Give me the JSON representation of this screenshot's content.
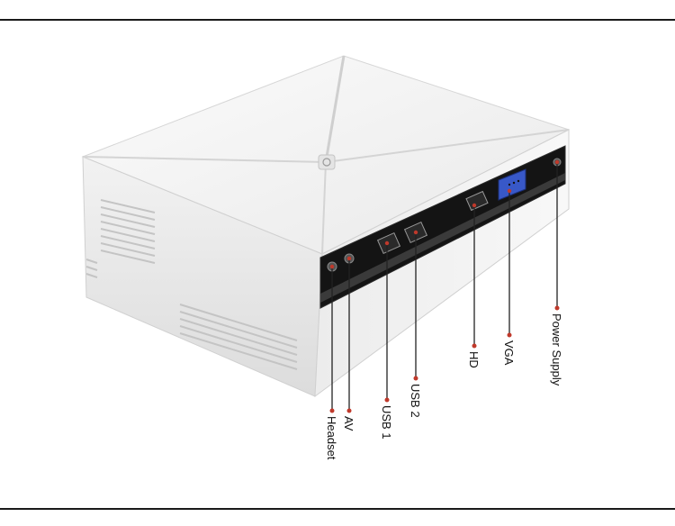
{
  "labels": {
    "headset": "Headset",
    "av": "AV",
    "usb1": "USB 1",
    "usb2": "USB 2",
    "hd": "HD",
    "vga": "VGA",
    "power": "Power Supply"
  },
  "colors": {
    "rule": "#1a1a1a",
    "body": "#f4f4f4",
    "panel": "#141414",
    "line": "#222222",
    "dot": "#c0392b"
  },
  "icons": [
    "power-button-icon"
  ]
}
